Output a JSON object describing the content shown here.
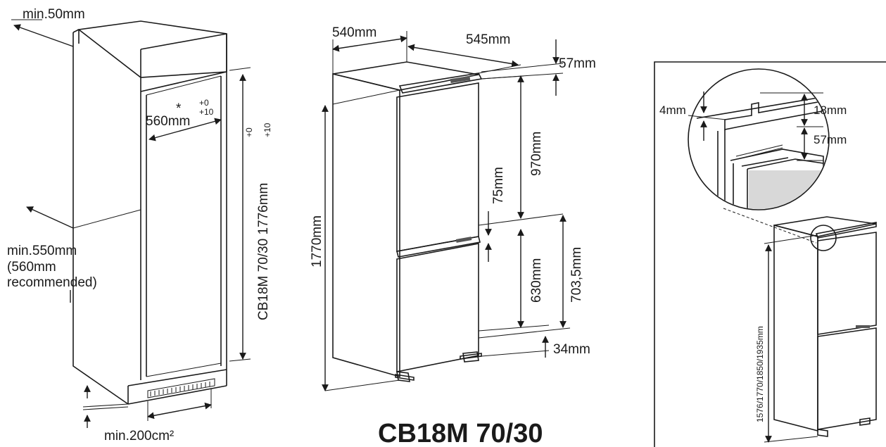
{
  "niche": {
    "min_top_gap": "min.50mm",
    "niche_width": "560mm",
    "width_star": "*",
    "width_tol_plus": "+0",
    "width_tol_plus10": "+10",
    "niche_height_full": "CB18M 70/30 1776mm",
    "height_tol_plus0": "+0",
    "height_tol_plus10": "+10",
    "min_depth_line1": "min.550mm",
    "min_depth_line2": "(560mm",
    "min_depth_line3": "recommended)",
    "min_vent": "min.200cm²"
  },
  "appliance": {
    "width": "540mm",
    "depth": "545mm",
    "top_clearance": "57mm",
    "height": "1770mm",
    "door_upper": "970mm",
    "gap_75": "75mm",
    "door_lower": "630mm",
    "lower_section": "703,5mm",
    "bottom": "34mm",
    "model": "CB18M 70/30"
  },
  "detail": {
    "gap": "4mm",
    "rail": "18mm",
    "clearance": "57mm",
    "heights": "1576/1770/1850/1935mm"
  }
}
